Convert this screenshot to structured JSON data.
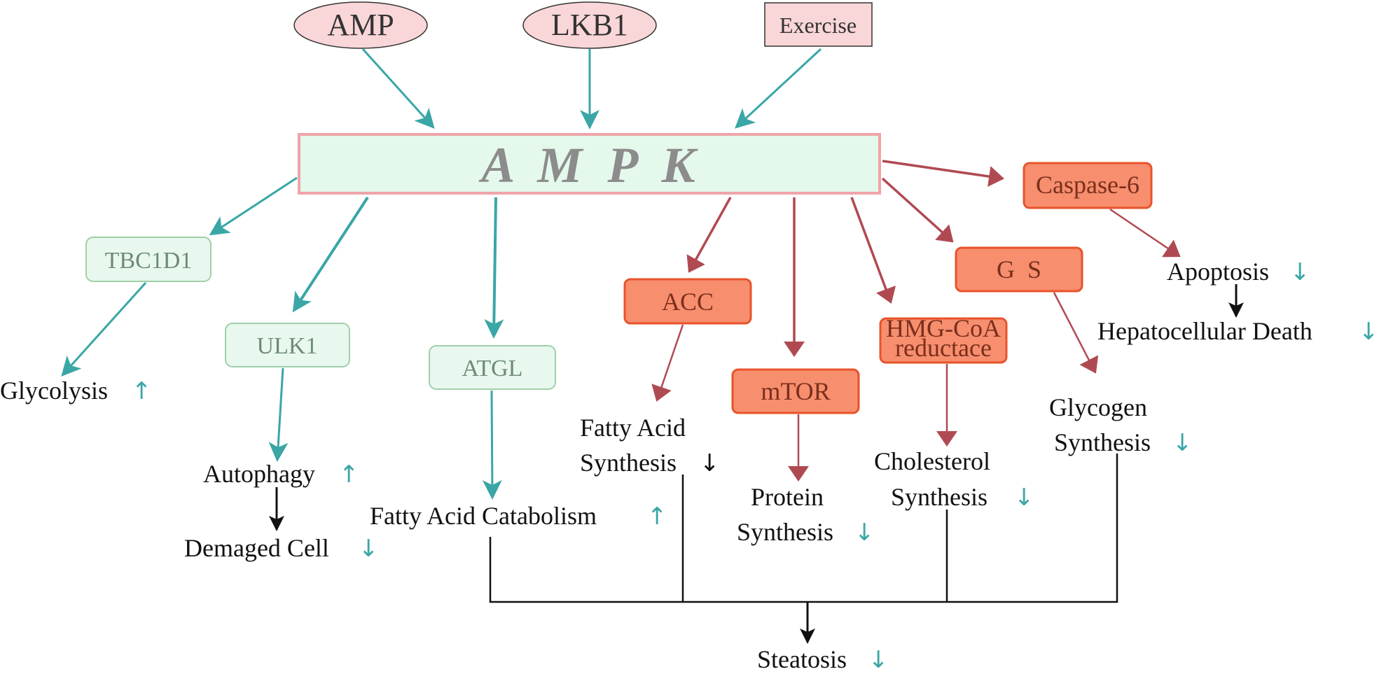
{
  "inputs": {
    "amp": "AMP",
    "lkb1": "LKB1",
    "exercise": "Exercise"
  },
  "center": {
    "ampk": "A  M  P  K"
  },
  "activated": {
    "tbc1d1": "TBC1D1",
    "ulk1": "ULK1",
    "atgl": "ATGL"
  },
  "inhibited": {
    "acc": "ACC",
    "mtor": "mTOR",
    "hmg_line1": "HMG-CoA",
    "hmg_line2": "reductace",
    "gs": "G  S",
    "caspase6": "Caspase-6"
  },
  "outcomes": {
    "glycolysis": "Glycolysis",
    "autophagy": "Autophagy",
    "demaged_cell": "Demaged Cell",
    "fa_catabolism": "Fatty Acid Catabolism",
    "fa_synth_line1": "Fatty Acid",
    "fa_synth_line2": "Synthesis",
    "protein_line1": "Protein",
    "protein_line2": "Synthesis",
    "chol_line1": "Cholesterol",
    "chol_line2": "Synthesis",
    "glycogen_line1": "Glycogen",
    "glycogen_line2": "Synthesis",
    "apoptosis": "Apoptosis",
    "hepatocellular_death": "Hepatocellular Death",
    "steatosis": "Steatosis"
  },
  "colors": {
    "activation": "#3aa6a6",
    "inhibition": "#b04a52",
    "input_fill": "#f9d6d8",
    "ampk_fill": "#e4f8ec",
    "green_node_fill": "#e8f8ee",
    "orange_node_fill": "#f78e6e"
  },
  "direction_marks": {
    "up": "↑",
    "down": "↓"
  }
}
